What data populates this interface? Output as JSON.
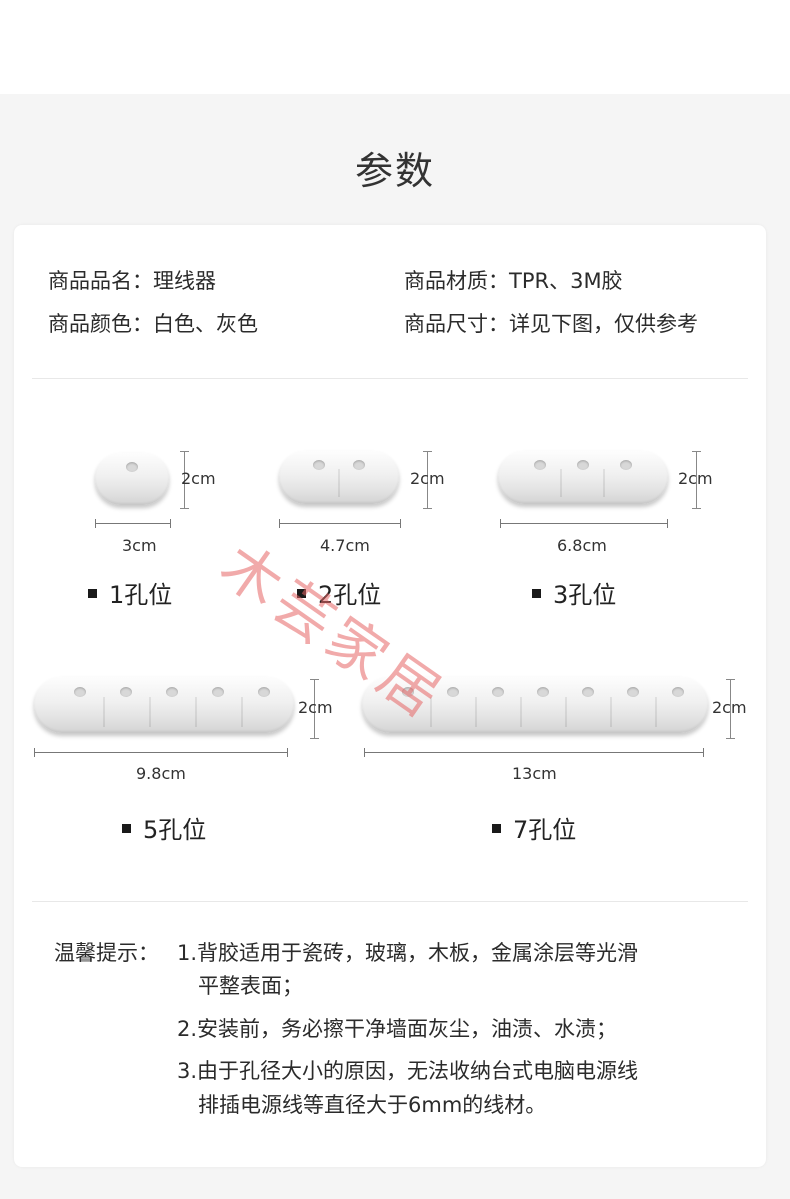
{
  "title": "参数",
  "specs": {
    "name": "商品品名：理线器",
    "material": "商品材质：TPR、3M胶",
    "color": "商品颜色：白色、灰色",
    "size": "商品尺寸：详见下图，仅供参考"
  },
  "variants": [
    {
      "label": "1孔位",
      "width": "3cm",
      "height": "2cm",
      "holes": 1
    },
    {
      "label": "2孔位",
      "width": "4.7cm",
      "height": "2cm",
      "holes": 2
    },
    {
      "label": "3孔位",
      "width": "6.8cm",
      "height": "2cm",
      "holes": 3
    },
    {
      "label": "5孔位",
      "width": "9.8cm",
      "height": "2cm",
      "holes": 5
    },
    {
      "label": "7孔位",
      "width": "13cm",
      "height": "2cm",
      "holes": 7
    }
  ],
  "tips": {
    "heading": "温馨提示：",
    "item1_line1": "1.背胶适用于瓷砖，玻璃，木板，金属涂层等光滑",
    "item1_line2": "平整表面；",
    "item2": "2.安装前，务必擦干净墙面灰尘，油渍、水渍；",
    "item3_line1": "3.由于孔径大小的原因，无法收纳台式电脑电源线",
    "item3_line2": "排插电源线等直径大于6mm的线材。"
  },
  "watermark": "木芸家居",
  "colors": {
    "background": "#f5f5f5",
    "card": "#ffffff",
    "watermark": "#e66464"
  }
}
